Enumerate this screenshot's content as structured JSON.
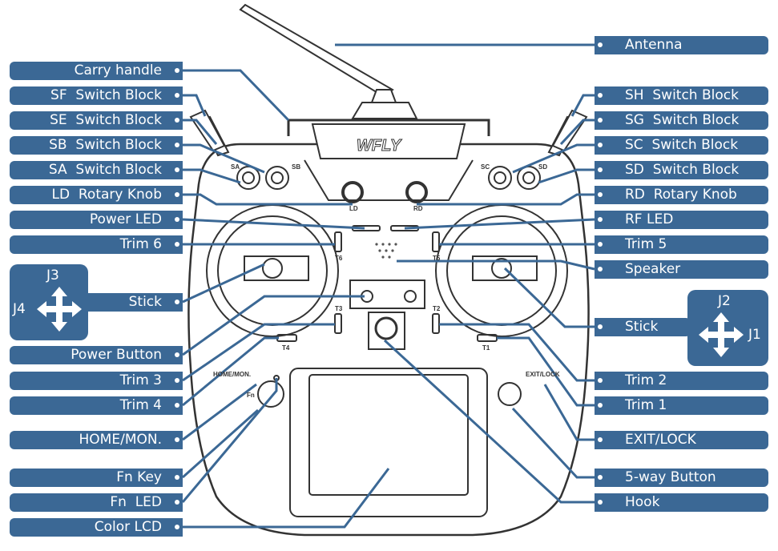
{
  "brand": "WFLY",
  "accent_color": "#3b6895",
  "labels_left": {
    "carry_handle": "Carry handle",
    "sf_switch": "SF  Switch Block",
    "se_switch": "SE  Switch Block",
    "sb_switch": "SB  Switch Block",
    "sa_switch": "SA  Switch Block",
    "ld_knob": "LD  Rotary Knob",
    "power_led": "Power LED",
    "trim6": "Trim 6",
    "stick": "Stick",
    "power_button": "Power Button",
    "trim3": "Trim 3",
    "trim4": "Trim 4",
    "home_mon": "HOME/MON.",
    "fn_key": "Fn Key",
    "fn_led": "Fn  LED",
    "color_lcd": "Color LCD"
  },
  "labels_right": {
    "antenna": "Antenna",
    "sh_switch": "SH  Switch Block",
    "sg_switch": "SG  Switch Block",
    "sc_switch": "SC  Switch Block",
    "sd_switch": "SD  Switch Block",
    "rd_knob": "RD  Rotary Knob",
    "rf_led": "RF LED",
    "trim5": "Trim 5",
    "speaker": "Speaker",
    "stick": "Stick",
    "trim2": "Trim 2",
    "trim1": "Trim 1",
    "exit_lock": "EXIT/LOCK",
    "five_way": "5-way Button",
    "hook": "Hook"
  },
  "stick_left_axes": {
    "vertical": "J3",
    "horizontal": "J4"
  },
  "stick_right_axes": {
    "vertical": "J2",
    "horizontal": "J1"
  },
  "device_marks": {
    "sa": "SA",
    "sb": "SB",
    "sc": "SC",
    "sd": "SD",
    "ld": "LD",
    "rd": "RD",
    "t1": "T1",
    "t2": "T2",
    "t3": "T3",
    "t4": "T4",
    "t5": "T5",
    "t6": "T6",
    "fn": "Fn",
    "home": "HOME/MON.",
    "exit": "EXIT/LOCK"
  }
}
